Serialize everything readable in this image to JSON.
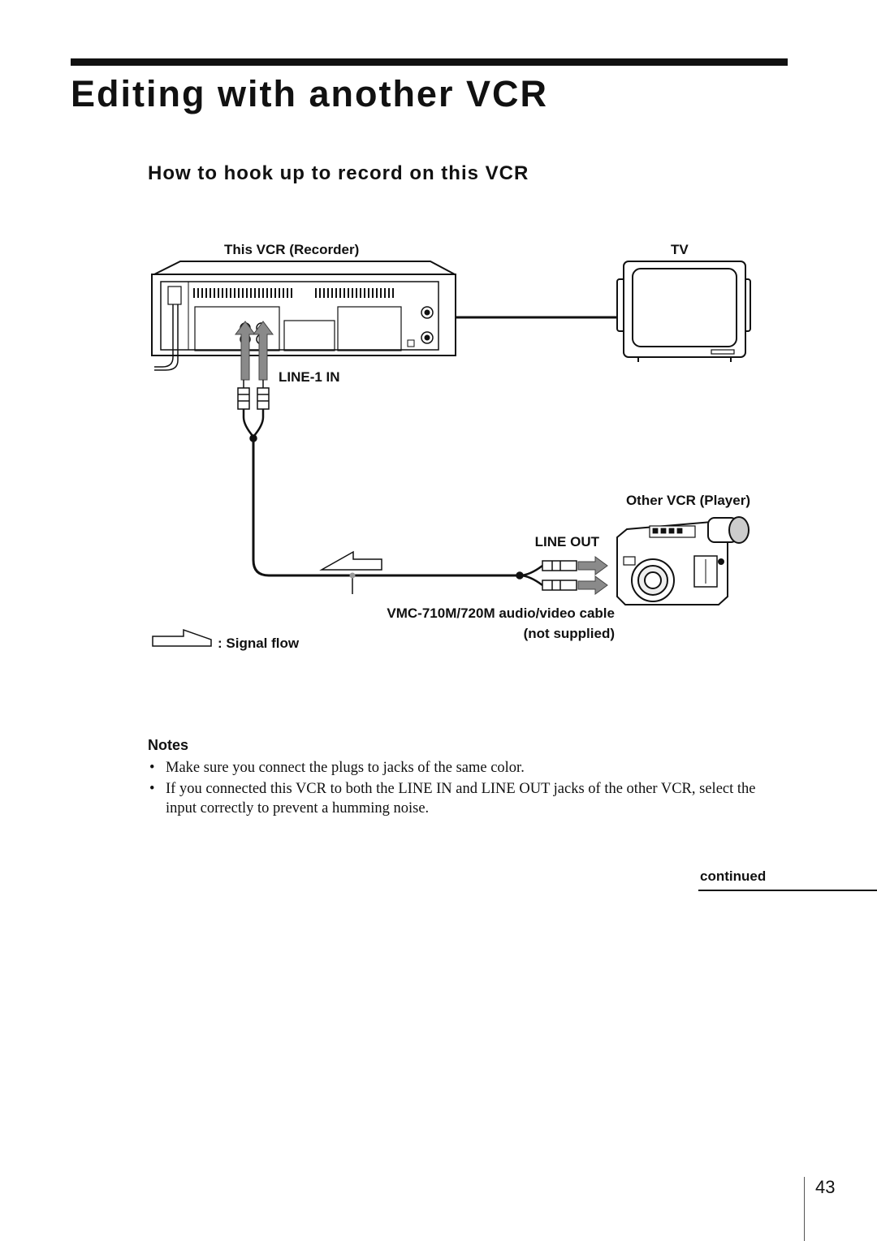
{
  "page": {
    "title": "Editing with another VCR",
    "subtitle": "How to hook up to record on this VCR",
    "page_number": "43",
    "continued": "continued"
  },
  "diagram": {
    "this_vcr_label": "This VCR (Recorder)",
    "tv_label": "TV",
    "line_in_label": "LINE-1 IN",
    "other_vcr_label": "Other VCR (Player)",
    "line_out_label": "LINE OUT",
    "cable_label": "VMC-710M/720M audio/video cable",
    "cable_note": "(not supplied)",
    "signal_flow_label": ": Signal flow"
  },
  "notes": {
    "heading": "Notes",
    "items": [
      "Make sure you connect the plugs to jacks of the same color.",
      "If you connected this VCR to both the LINE IN and LINE OUT jacks of the other VCR, select the input correctly to prevent a humming noise."
    ]
  }
}
